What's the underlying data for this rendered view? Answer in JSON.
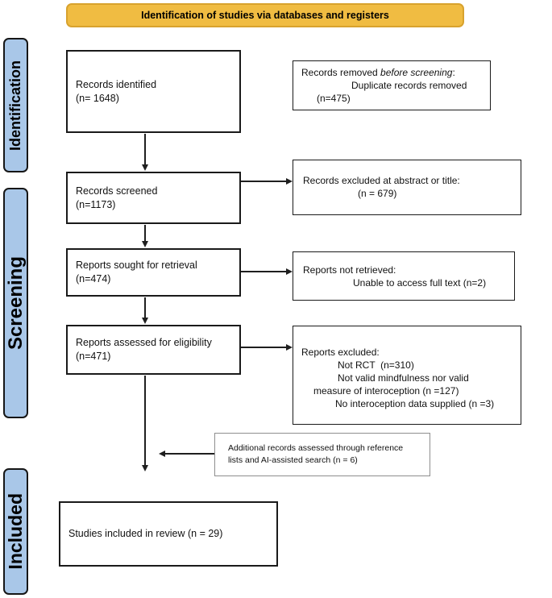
{
  "banner": {
    "label": "Identification of studies via databases and registers"
  },
  "sidebar": {
    "identification": "Identification",
    "screening": "Screening",
    "included": "Included"
  },
  "boxes": {
    "records_identified": {
      "line1": "Records identified",
      "line2": "(n= 1648)"
    },
    "records_screened": {
      "line1": "Records screened",
      "line2": "(n=1173)"
    },
    "reports_sought": {
      "line1": "Reports sought for retrieval",
      "line2": "(n=474)"
    },
    "reports_assessed": {
      "line1": "Reports assessed for eligibility",
      "line2": "(n=471)"
    },
    "studies_included": {
      "line1": "Studies included in review (n = 29)"
    }
  },
  "side_boxes": {
    "removed_before_screening": {
      "title_prefix": "Records removed ",
      "title_italic": "before screening",
      "title_suffix": ":",
      "line2": "Duplicate records removed",
      "line3": "(n=475)"
    },
    "excluded_abstract_title": {
      "title": "Records excluded at abstract or title:",
      "line2": "(n = 679)"
    },
    "not_retrieved": {
      "title": "Reports not retrieved:",
      "line2": "Unable to access full text (n=2)"
    },
    "reports_excluded": {
      "title": "Reports excluded:",
      "line2": "Not RCT  (n=310)",
      "line3": "Not valid mindfulness nor valid",
      "line4": "measure of interoception (n =127)",
      "line5": "No interoception data supplied (n =3)"
    }
  },
  "reference_box": {
    "line1": "Additional records assessed through reference",
    "line2": "lists and AI-assisted search (n = 6)"
  },
  "colors": {
    "banner_fill": "#F0BC42",
    "banner_border": "#D8A22E",
    "sidebar_fill": "#A9C7E8",
    "box_border": "#1A1A1A",
    "reference_border": "#8E8E8E",
    "arrow": "#1F1F1F"
  }
}
